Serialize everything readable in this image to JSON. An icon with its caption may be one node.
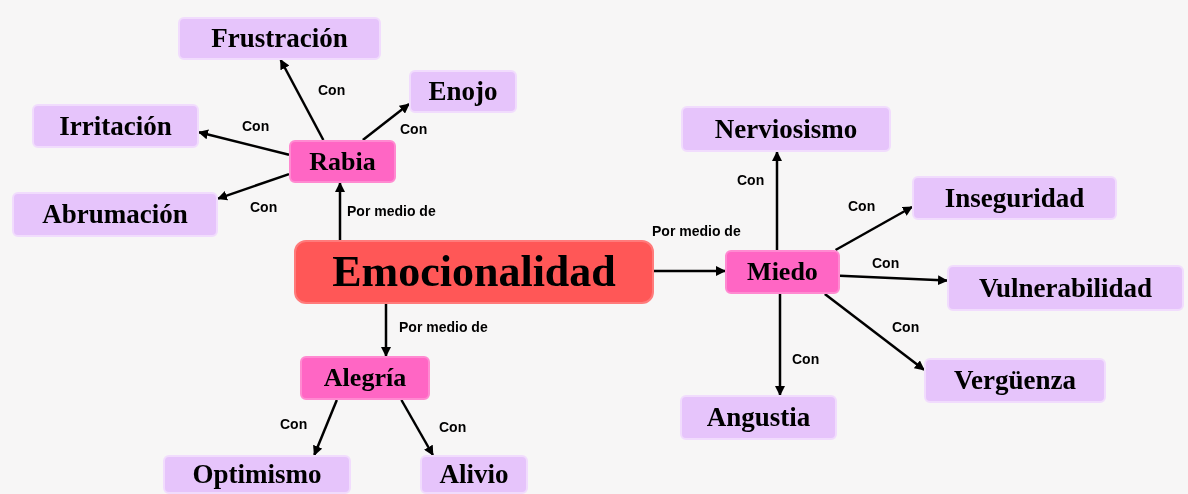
{
  "diagram": {
    "nodes": [
      {
        "text": [
          "Emocionalidad"
        ]
      },
      {
        "text": [
          "Rabia"
        ]
      },
      {
        "text": [
          "Miedo"
        ]
      },
      {
        "text": [
          "Alegría"
        ]
      },
      {
        "text": [
          "Frustración"
        ]
      },
      {
        "text": [
          "Enojo"
        ]
      },
      {
        "text": [
          "Irritación"
        ]
      },
      {
        "text": [
          "Abrumación"
        ]
      },
      {
        "text": [
          "Nerviosismo"
        ]
      },
      {
        "text": [
          "Inseguridad"
        ]
      },
      {
        "text": [
          "Vulnerabilidad"
        ]
      },
      {
        "text": [
          "Vergüenza"
        ]
      },
      {
        "text": [
          "Angustia"
        ]
      },
      {
        "text": [
          "Optimismo"
        ]
      },
      {
        "text": [
          "Alivio"
        ]
      }
    ],
    "edges": [
      {
        "from": 0,
        "to": 1,
        "arrow": "to",
        "label": "Por medio de"
      },
      {
        "from": 0,
        "to": 2,
        "arrow": "to",
        "label": "Por medio de"
      },
      {
        "from": 0,
        "to": 3,
        "arrow": "to",
        "label": "Por medio de"
      },
      {
        "from": 1,
        "to": 4,
        "arrow": "to",
        "label": "Con"
      },
      {
        "from": 1,
        "to": 5,
        "arrow": "to",
        "label": "Con"
      },
      {
        "from": 1,
        "to": 6,
        "arrow": "to",
        "label": "Con"
      },
      {
        "from": 1,
        "to": 7,
        "arrow": "to",
        "label": "Con"
      },
      {
        "from": 2,
        "to": 8,
        "arrow": "to",
        "label": "Con"
      },
      {
        "from": 2,
        "to": 9,
        "arrow": "to",
        "label": "Con"
      },
      {
        "from": 2,
        "to": 10,
        "arrow": "to",
        "label": "Con"
      },
      {
        "from": 2,
        "to": 11,
        "arrow": "to",
        "label": "Con"
      },
      {
        "from": 2,
        "to": 12,
        "arrow": "to",
        "label": "Con"
      },
      {
        "from": 3,
        "to": 13,
        "arrow": "to",
        "label": "Con"
      },
      {
        "from": 3,
        "to": 14,
        "arrow": "to",
        "label": "Con"
      }
    ]
  }
}
